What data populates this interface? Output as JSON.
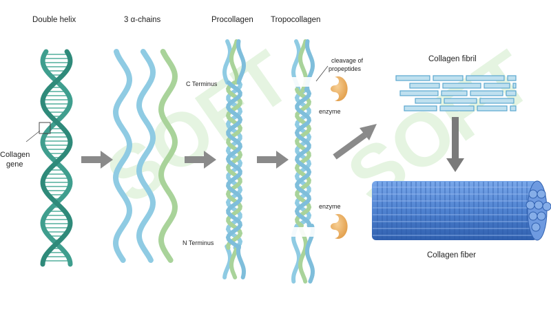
{
  "stages": {
    "double_helix": "Double helix",
    "alpha_chains": "3 α-chains",
    "procollagen": "Procollagen",
    "tropocollagen": "Tropocollagen",
    "fibril": "Collagen fibril",
    "fiber": "Collagen fiber"
  },
  "labels": {
    "gene_line1": "Collagen",
    "gene_line2": "gene",
    "c_terminus": "C Terminus",
    "n_terminus": "N Terminus",
    "cleavage_line1": "cleavage of",
    "cleavage_line2": "propeptides",
    "enzyme_top": "enzyme",
    "enzyme_bottom": "enzyme"
  },
  "watermark": "SOFT",
  "colors": {
    "dna": "#3f9e8e",
    "chain_blue": "#8fcbe3",
    "chain_green": "#a9d39a",
    "arrow": "#8a8a8a",
    "fiber": "#5c8fd6",
    "enzyme": "#ebb066"
  }
}
